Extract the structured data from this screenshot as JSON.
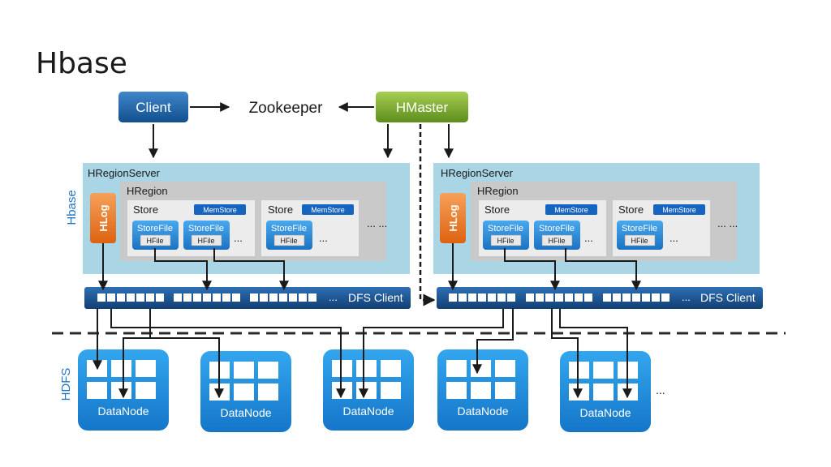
{
  "slide": {
    "title": "Hbase"
  },
  "top": {
    "client": "Client",
    "zookeeper": "Zookeeper",
    "hmaster": "HMaster"
  },
  "region_servers": [
    {
      "title": "HRegionServer",
      "hlog": "HLog",
      "hregion": "HRegion",
      "stores": [
        {
          "label": "Store",
          "memstore": "MemStore",
          "storefiles": [
            {
              "label": "StoreFile",
              "hfile": "HFile"
            },
            {
              "label": "StoreFile",
              "hfile": "HFile"
            }
          ],
          "more": "..."
        },
        {
          "label": "Store",
          "memstore": "MemStore",
          "storefiles": [
            {
              "label": "StoreFile",
              "hfile": "HFile"
            }
          ],
          "more": "..."
        }
      ],
      "stores_more": "... ...",
      "dfs_client": "DFS Client",
      "dfs_more": "..."
    },
    {
      "title": "HRegionServer",
      "hlog": "HLog",
      "hregion": "HRegion",
      "stores": [
        {
          "label": "Store",
          "memstore": "MemStore",
          "storefiles": [
            {
              "label": "StoreFile",
              "hfile": "HFile"
            },
            {
              "label": "StoreFile",
              "hfile": "HFile"
            }
          ],
          "more": "..."
        },
        {
          "label": "Store",
          "memstore": "MemStore",
          "storefiles": [
            {
              "label": "StoreFile",
              "hfile": "HFile"
            }
          ],
          "more": "..."
        }
      ],
      "stores_more": "... ...",
      "dfs_client": "DFS Client",
      "dfs_more": "..."
    }
  ],
  "side_labels": {
    "hbase": "Hbase",
    "hdfs": "HDFS"
  },
  "hdfs": {
    "datanodes": [
      {
        "label": "DataNode"
      },
      {
        "label": "DataNode"
      },
      {
        "label": "DataNode"
      },
      {
        "label": "DataNode"
      },
      {
        "label": "DataNode"
      }
    ],
    "more": "..."
  },
  "colors": {
    "client": "#1e5fa0",
    "hmaster": "#7fae2c",
    "region_server_bg": "#a9d5e4",
    "hregion_bg": "#c9c9c9",
    "store_bg": "#ececec",
    "hlog": "#ec7723",
    "storefile": "#2b8fd8",
    "memstore": "#1565c0",
    "dfs_bar": "#1a5496",
    "datanode": "#1b87d8",
    "side_label": "#1f74c7"
  }
}
